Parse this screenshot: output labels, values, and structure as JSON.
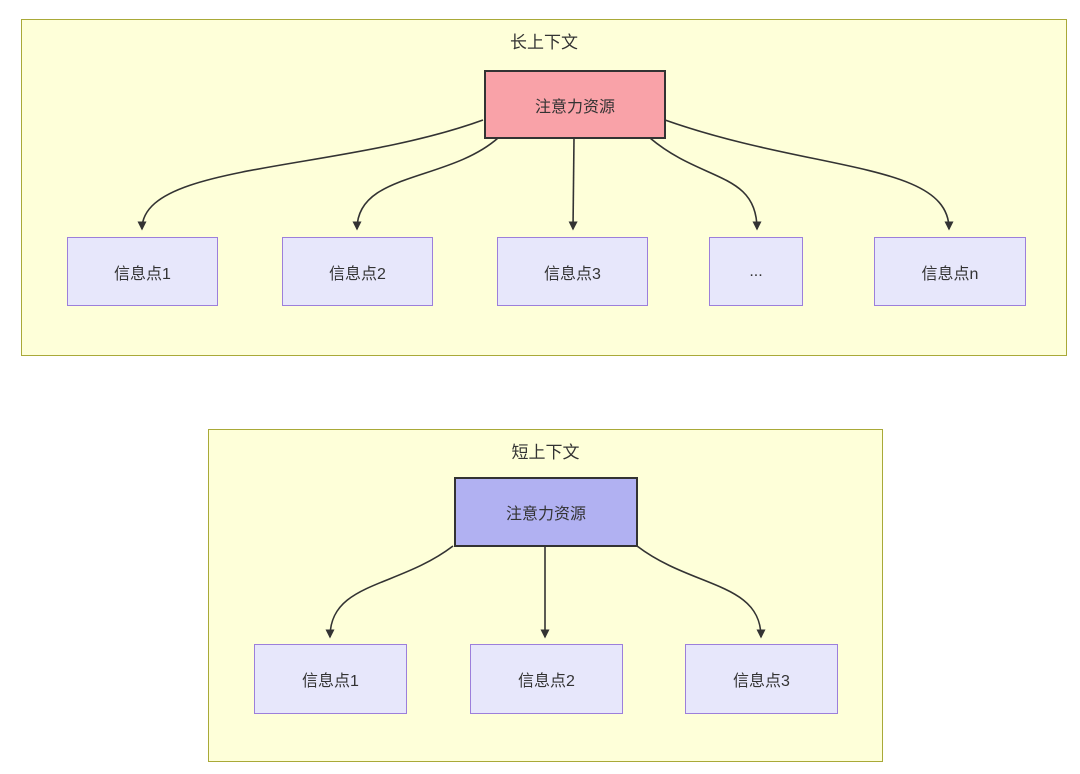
{
  "diagram": {
    "type": "flowchart-comparison",
    "colors": {
      "panel_bg": "#feffd9",
      "panel_border": "#a9a938",
      "node_bg": "#e7e7fb",
      "node_border": "#9c7fdb",
      "root_border": "#333333",
      "long_root_fill": "#f9a2a8",
      "short_root_fill": "#b1b1f2",
      "arrow": "#333333",
      "text": "#333333"
    },
    "panels": [
      {
        "title": "长上下文",
        "root": {
          "label": "注意力资源",
          "fill": "#f9a2a8"
        },
        "children": [
          {
            "label": "信息点1"
          },
          {
            "label": "信息点2"
          },
          {
            "label": "信息点3"
          },
          {
            "label": "..."
          },
          {
            "label": "信息点n"
          }
        ]
      },
      {
        "title": "短上下文",
        "root": {
          "label": "注意力资源",
          "fill": "#b1b1f2"
        },
        "children": [
          {
            "label": "信息点1"
          },
          {
            "label": "信息点2"
          },
          {
            "label": "信息点3"
          }
        ]
      }
    ]
  }
}
